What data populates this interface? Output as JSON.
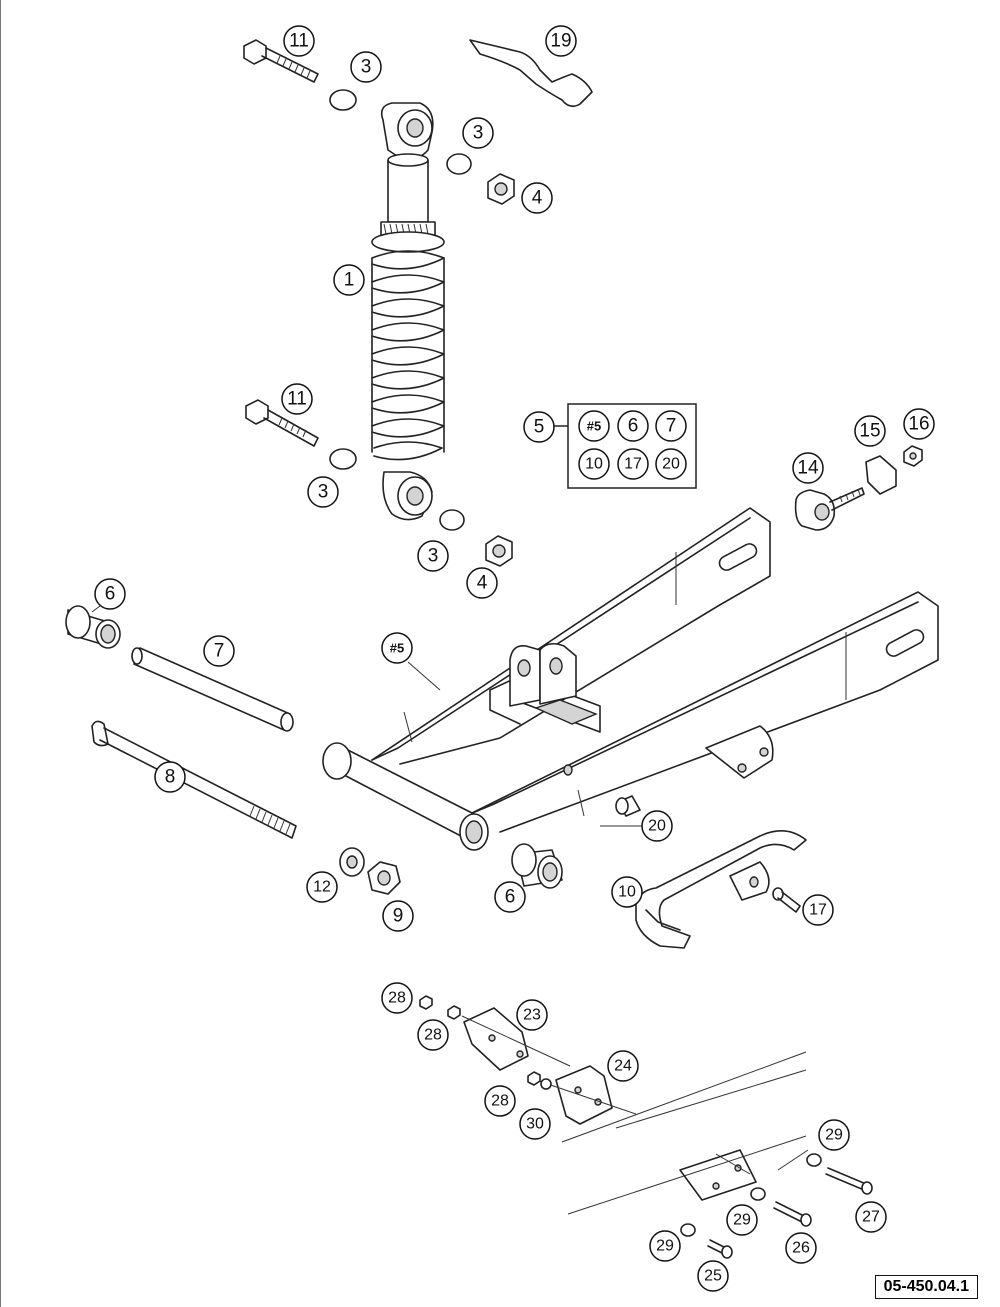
{
  "diagram": {
    "drawing_code": "05-450.04.1",
    "callouts": [
      {
        "id": "c11a",
        "text": "11"
      },
      {
        "id": "c3a",
        "text": "3"
      },
      {
        "id": "c19",
        "text": "19"
      },
      {
        "id": "c3b",
        "text": "3"
      },
      {
        "id": "c4a",
        "text": "4"
      },
      {
        "id": "c1",
        "text": "1"
      },
      {
        "id": "c11b",
        "text": "11"
      },
      {
        "id": "c3c",
        "text": "3"
      },
      {
        "id": "c3d",
        "text": "3"
      },
      {
        "id": "c4b",
        "text": "4"
      },
      {
        "id": "c5",
        "text": "5"
      },
      {
        "id": "k5",
        "text": "#5"
      },
      {
        "id": "k6",
        "text": "6"
      },
      {
        "id": "k7",
        "text": "7"
      },
      {
        "id": "k10",
        "text": "10"
      },
      {
        "id": "k17",
        "text": "17"
      },
      {
        "id": "k20",
        "text": "20"
      },
      {
        "id": "c14",
        "text": "14"
      },
      {
        "id": "c15",
        "text": "15"
      },
      {
        "id": "c16",
        "text": "16"
      },
      {
        "id": "c6a",
        "text": "6"
      },
      {
        "id": "c7",
        "text": "7"
      },
      {
        "id": "h5",
        "text": "#5"
      },
      {
        "id": "c8",
        "text": "8"
      },
      {
        "id": "c20",
        "text": "20"
      },
      {
        "id": "c12",
        "text": "12"
      },
      {
        "id": "c9",
        "text": "9"
      },
      {
        "id": "c6b",
        "text": "6"
      },
      {
        "id": "c10",
        "text": "10"
      },
      {
        "id": "c17",
        "text": "17"
      },
      {
        "id": "c28a",
        "text": "28"
      },
      {
        "id": "c28b",
        "text": "28"
      },
      {
        "id": "c23",
        "text": "23"
      },
      {
        "id": "c24",
        "text": "24"
      },
      {
        "id": "c28c",
        "text": "28"
      },
      {
        "id": "c30",
        "text": "30"
      },
      {
        "id": "c29a",
        "text": "29"
      },
      {
        "id": "c29b",
        "text": "29"
      },
      {
        "id": "c27",
        "text": "27"
      },
      {
        "id": "c29c",
        "text": "29"
      },
      {
        "id": "c26",
        "text": "26"
      },
      {
        "id": "c25",
        "text": "25"
      }
    ]
  }
}
